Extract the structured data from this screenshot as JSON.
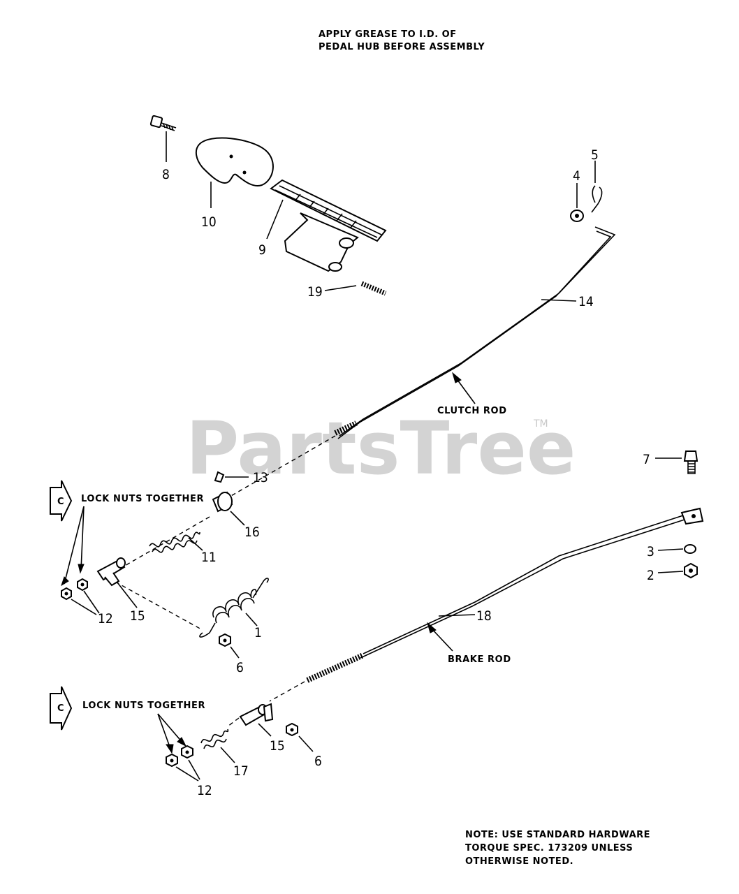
{
  "notes": {
    "grease_line1": "APPLY GREASE TO I.D. OF",
    "grease_line2": "PEDAL HUB BEFORE ASSEMBLY",
    "hardware_line1": "NOTE:  USE STANDARD HARDWARE",
    "hardware_line2": "TORQUE SPEC. 173209 UNLESS",
    "hardware_line3": "OTHERWISE NOTED."
  },
  "watermark": {
    "text": "PartsTree",
    "tm": "TM"
  },
  "labels": {
    "clutch_rod": "CLUTCH ROD",
    "brake_rod": "BRAKE ROD",
    "lock_nuts_1": "LOCK NUTS TOGETHER",
    "lock_nuts_2": "LOCK NUTS TOGETHER",
    "c_mark": "C"
  },
  "callouts": {
    "p1": "1",
    "p2": "2",
    "p3": "3",
    "p4": "4",
    "p5": "5",
    "p6a": "6",
    "p6b": "6",
    "p7": "7",
    "p8": "8",
    "p9": "9",
    "p10": "10",
    "p11": "11",
    "p12a": "12",
    "p12b": "12",
    "p13": "13",
    "p14": "14",
    "p15a": "15",
    "p15b": "15",
    "p16": "16",
    "p17": "17",
    "p18": "18",
    "p19": "19"
  }
}
